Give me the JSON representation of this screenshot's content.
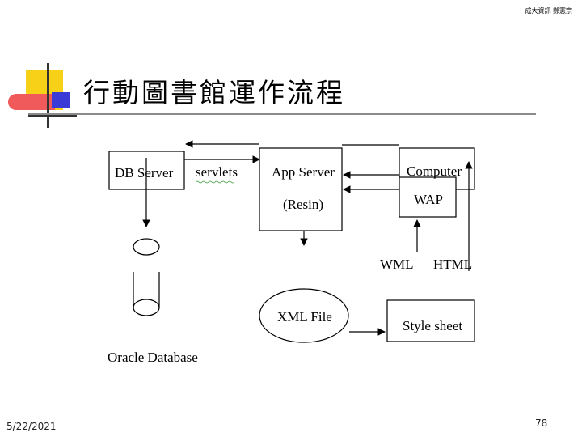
{
  "header": {
    "note": "成大資訊 鄭憲宗"
  },
  "slide": {
    "title": "行動圖書館運作流程",
    "date": "5/22/2021",
    "page_number": "78"
  },
  "diagram": {
    "nodes": {
      "db_server": "DB Server",
      "servlets": "servlets",
      "app_server_line1": "App Server",
      "app_server_line2": "(Resin)",
      "computer": "Computer",
      "wap": "WAP",
      "wml": "WML",
      "html": "HTML",
      "xml_file": "XML File",
      "style_sheet": "Style sheet",
      "oracle_database": "Oracle Database"
    }
  },
  "colors": {
    "deco_yellow": "#f7d117",
    "deco_red": "#f15a5a",
    "deco_blue": "#3a3ad6",
    "rule_gray": "#8a8a8a"
  }
}
